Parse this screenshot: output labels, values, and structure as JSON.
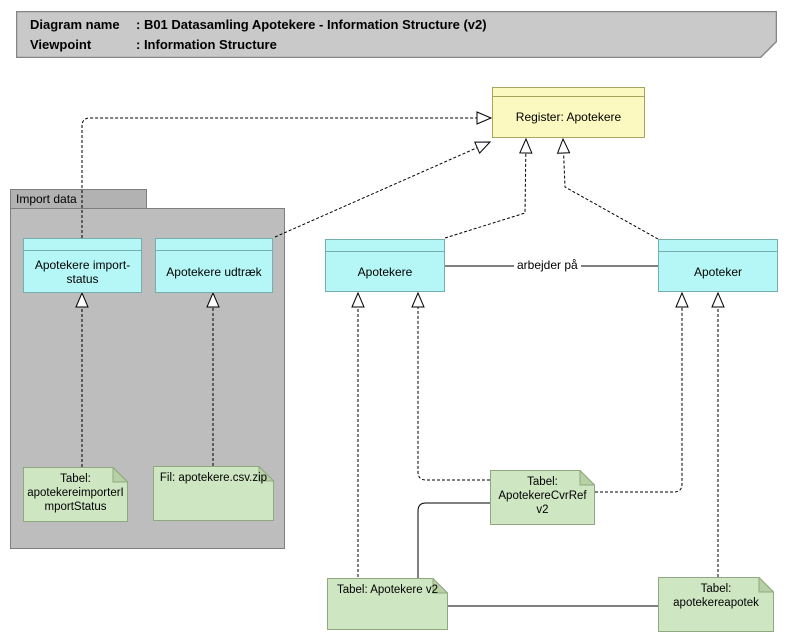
{
  "title_block": {
    "rows": [
      {
        "label": "Diagram name",
        "value": ": B01 Datasamling Apotekere - Information Structure (v2)"
      },
      {
        "label": "Viewpoint",
        "value": ": Information Structure"
      }
    ]
  },
  "folder": {
    "label": "Import data"
  },
  "nodes": {
    "register": {
      "label": "Register: Apotekere"
    },
    "import_status": {
      "label": "Apotekere import-status"
    },
    "udtraek": {
      "label": "Apotekere udtræk"
    },
    "apotekere": {
      "label": "Apotekere"
    },
    "apoteker": {
      "label": "Apoteker"
    }
  },
  "notes": {
    "tabel_import_status": {
      "label": "Tabel:\napotekereimporterI\nmportStatus"
    },
    "fil_csv": {
      "label": "Fil: apotekere.csv.zip"
    },
    "tabel_cvrref": {
      "label": "Tabel:\nApotekereCvrRef v2"
    },
    "tabel_apotekere_v2": {
      "label": "Tabel: Apotekere v2"
    },
    "tabel_apotekereapotek": {
      "label": "Tabel:\napotekereapotek"
    }
  },
  "relations": {
    "arbejder_paa": "arbejder på"
  },
  "colors": {
    "cyan_fill": "#b5f7f7",
    "cyan_border": "#76aeae",
    "yellow_fill": "#fcf9c0",
    "yellow_border": "#a6a662",
    "green_fill": "#cee7c2",
    "green_border": "#8fa87d",
    "green_fold": "#b8d0a6",
    "folder_fill": "#bdbdbd",
    "tab_fill": "#b2b2b2",
    "folder_border": "#7e7e7e",
    "banner_fill": "#c9c9c9",
    "banner_border": "#858585",
    "line": "#000000"
  }
}
